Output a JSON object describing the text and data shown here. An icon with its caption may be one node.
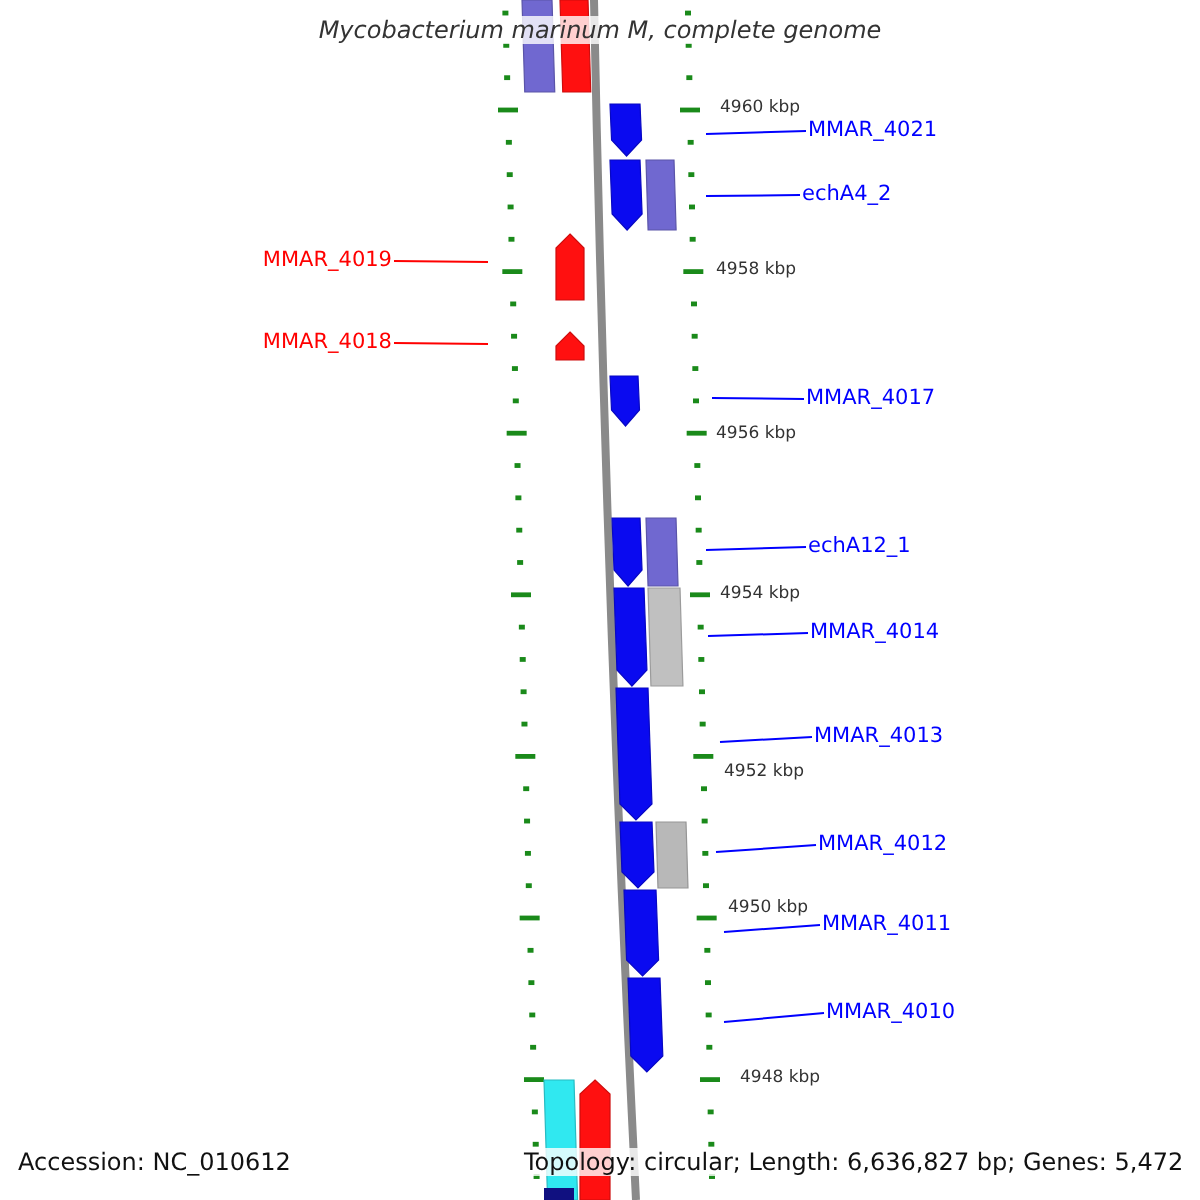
{
  "diagram": {
    "title": "Mycobacterium marinum M, complete genome",
    "nodes": [
      {
        "text": [
          "MMAR_4021"
        ]
      },
      {
        "text": [
          "echA4_2"
        ]
      },
      {
        "text": [
          "MMAR_4019"
        ]
      },
      {
        "text": [
          "MMAR_4018"
        ]
      },
      {
        "text": [
          "MMAR_4017"
        ]
      },
      {
        "text": [
          "echA12_1"
        ]
      },
      {
        "text": [
          "MMAR_4014"
        ]
      },
      {
        "text": [
          "MMAR_4013"
        ]
      },
      {
        "text": [
          "MMAR_4012"
        ]
      },
      {
        "text": [
          "MMAR_4011"
        ]
      },
      {
        "text": [
          "MMAR_4010"
        ]
      }
    ],
    "edges": [
      {
        "from": 0,
        "to": null,
        "arrow": "none"
      },
      {
        "from": 1,
        "to": null,
        "arrow": "none"
      },
      {
        "from": 2,
        "to": null,
        "arrow": "none",
        "color": "#ff0000"
      },
      {
        "from": 3,
        "to": null,
        "arrow": "none",
        "color": "#ff0000"
      },
      {
        "from": 4,
        "to": null,
        "arrow": "none"
      },
      {
        "from": 5,
        "to": null,
        "arrow": "none"
      },
      {
        "from": 6,
        "to": null,
        "arrow": "none"
      },
      {
        "from": 7,
        "to": null,
        "arrow": "none"
      },
      {
        "from": 8,
        "to": null,
        "arrow": "none"
      },
      {
        "from": 9,
        "to": null,
        "arrow": "none"
      },
      {
        "from": 10,
        "to": null,
        "arrow": "none"
      }
    ],
    "labels": [
      "4960 kbp",
      "4958 kbp",
      "4956 kbp",
      "4954 kbp",
      "4952 kbp",
      "4950 kbp",
      "4948 kbp",
      "Accession: NC_010612",
      "Topology: circular; Length: 6,636,827 bp; Genes: 5,472"
    ]
  }
}
